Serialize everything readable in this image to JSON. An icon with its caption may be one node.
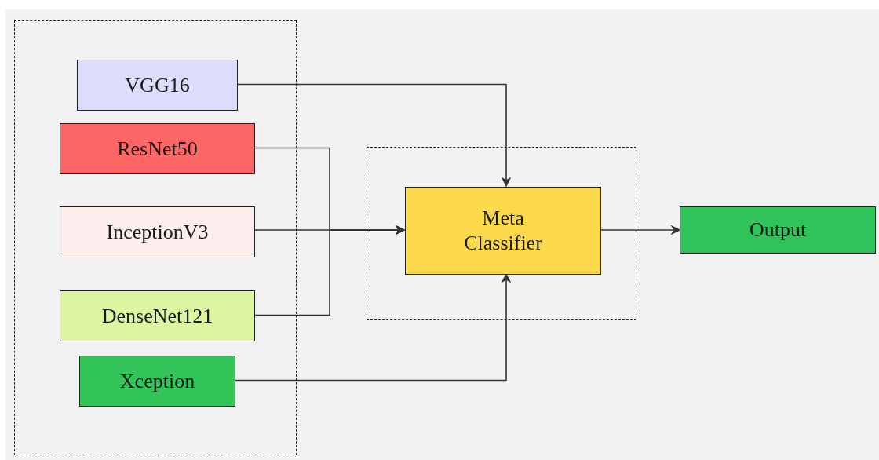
{
  "diagram": {
    "nodes": [
      {
        "text": [],
        "shape": "box"
      },
      {
        "text": [
          "VGG16"
        ],
        "in": 0
      },
      {
        "text": [
          "ResNet50"
        ],
        "in": 0
      },
      {
        "text": [
          "InceptionV3"
        ],
        "in": 0
      },
      {
        "text": [
          "DenseNet121"
        ],
        "in": 0
      },
      {
        "text": [
          "Xception"
        ],
        "in": 0
      },
      {
        "text": [],
        "shape": "box"
      },
      {
        "text": [
          "Meta Classifier"
        ],
        "in": 6
      },
      {
        "text": [
          "Output"
        ]
      }
    ],
    "edges": [
      {
        "from": 1,
        "to": 7,
        "arrow": "to"
      },
      {
        "from": 2,
        "to": 7,
        "arrow": "to"
      },
      {
        "from": 3,
        "to": 7,
        "arrow": "to"
      },
      {
        "from": 4,
        "to": 7,
        "arrow": "to"
      },
      {
        "from": 5,
        "to": 7,
        "arrow": "to"
      },
      {
        "from": 7,
        "to": 8,
        "arrow": "to"
      }
    ]
  }
}
